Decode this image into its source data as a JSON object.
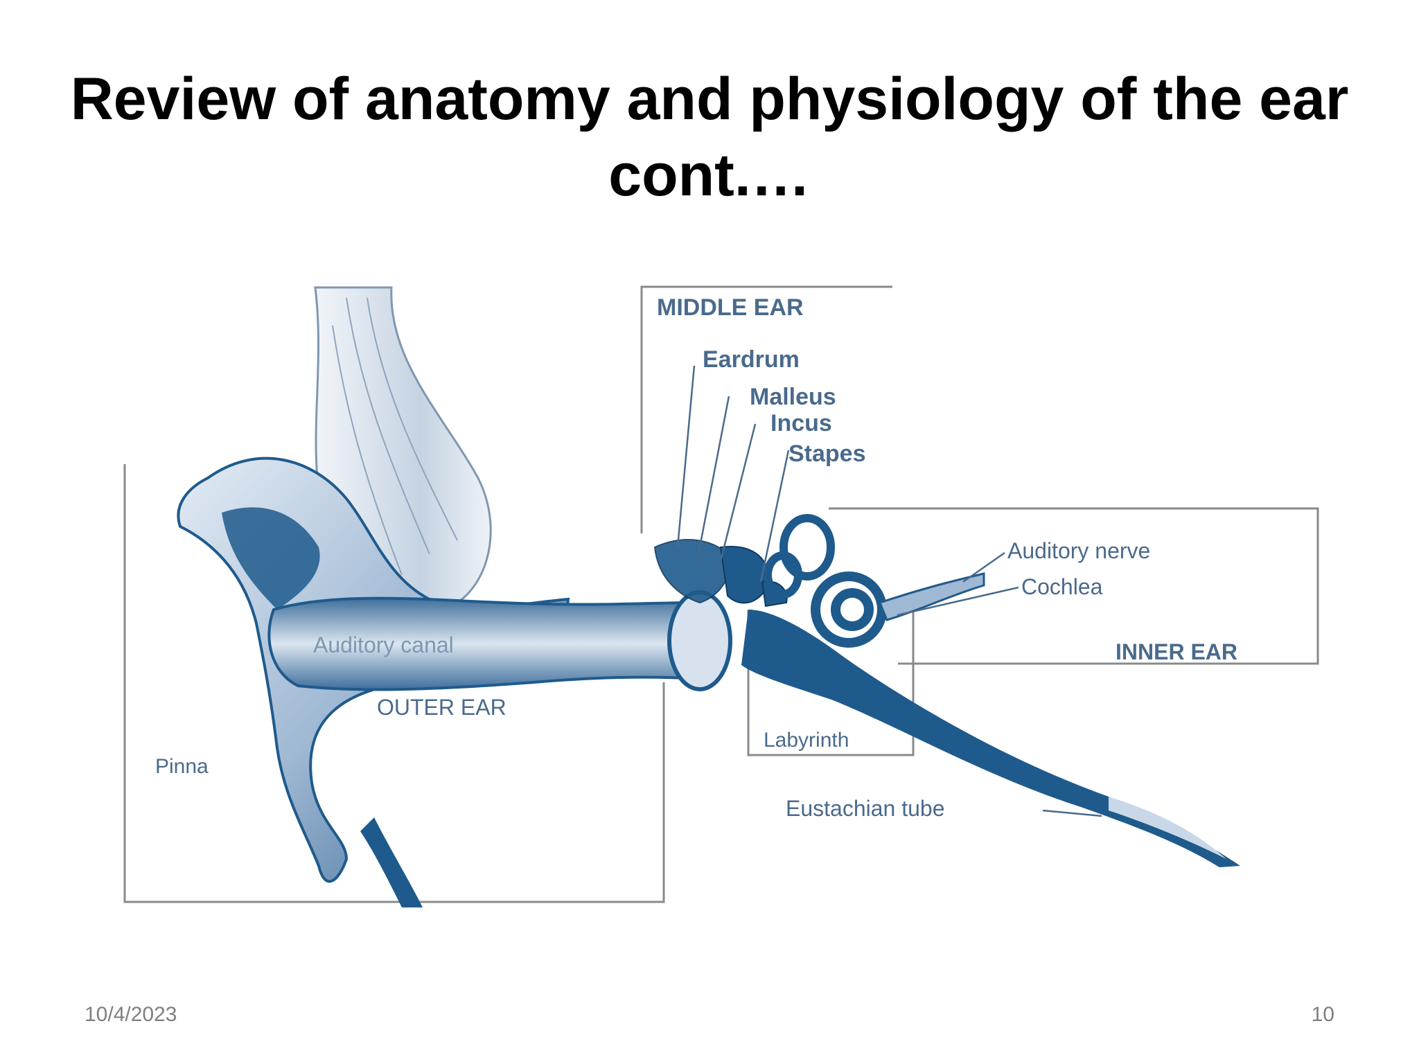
{
  "slide": {
    "title_line1": "Review of anatomy and physiology of the ear",
    "title_line2": "cont.…",
    "date": "10/4/2023",
    "page_number": "10"
  },
  "diagram": {
    "labels": {
      "middle_ear": "MIDDLE EAR",
      "eardrum": "Eardrum",
      "malleus": "Malleus",
      "incus": "Incus",
      "stapes": "Stapes",
      "auditory_nerve": "Auditory nerve",
      "cochlea": "Cochlea",
      "inner_ear": "INNER EAR",
      "auditory_canal": "Auditory canal",
      "outer_ear": "OUTER EAR",
      "labyrinth": "Labyrinth",
      "pinna": "Pinna",
      "eustachian_tube": "Eustachian tube"
    },
    "colors": {
      "primary": "#1f5a8c",
      "light": "#c9d8e8",
      "label": "#4a6a8c",
      "frame": "#8a8a8a"
    }
  }
}
